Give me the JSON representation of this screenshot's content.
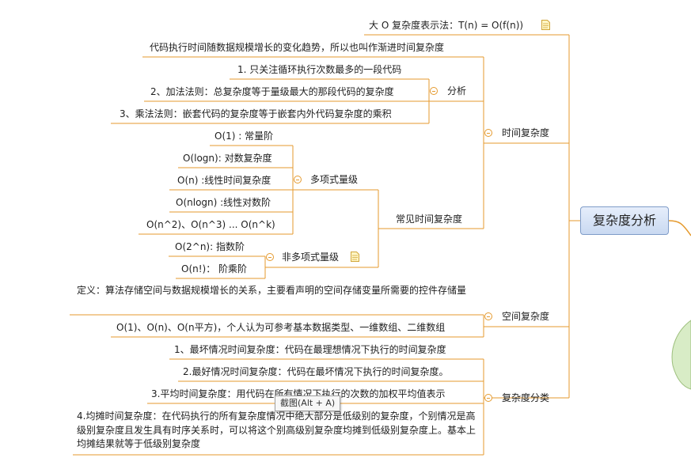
{
  "root": {
    "label": "复杂度分析"
  },
  "top_note": {
    "label": "大 O 复杂度表示法：T(n) = O(f(n))"
  },
  "time": {
    "label": "时间复杂度",
    "desc": "代码执行时间随数据规模增长的变化趋势，所以也叫作渐进时间复杂度",
    "analysis": {
      "label": "分析",
      "rules": [
        "1. 只关注循环执行次数最多的一段代码",
        "2、加法法则：总复杂度等于量级最大的那段代码的复杂度",
        "3、乘法法则：嵌套代码的复杂度等于嵌套内外代码复杂度的乘积"
      ]
    },
    "common": {
      "label": "常见时间复杂度",
      "poly": {
        "label": "多项式量级",
        "items": [
          "O(1) : 常量阶",
          "O(logn): 对数复杂度",
          "O(n) :线性时间复杂度",
          "O(nlogn) :线性对数阶",
          "O(n^2)、O(n^3) ... O(n^k)"
        ]
      },
      "nonpoly": {
        "label": "非多项式量级",
        "items": [
          "O(2^n): 指数阶",
          "O(n!)： 阶乘阶"
        ]
      }
    }
  },
  "space": {
    "label": "空间复杂度",
    "def": "定义：算法存储空间与数据规模增长的关系，主要看声明的空间存储变量所需要的控件存储量",
    "examples": "O(1)、O(n)、O(n平方)，个人认为可参考基本数据类型、一维数组、二维数组"
  },
  "classes": {
    "label": "复杂度分类",
    "items": [
      "1、最坏情况时间复杂度：代码在最理想情况下执行的时间复杂度",
      "2.最好情况时间复杂度：代码在最坏情况下执行的时间复杂度。",
      "3.平均时间复杂度：用代码在所有情况下执行的次数的加权平均值表示",
      "4.均摊时间复杂度：在代码执行的所有复杂度情况中绝大部分是低级别的复杂度，个别情况是高级别复杂度且发生具有时序关系时，可以将这个别高级别复杂度均摊到低级别复杂度上。基本上均摊结果就等于低级别复杂度"
    ]
  },
  "tooltip": {
    "text": "截图(Alt + A)"
  },
  "icons": [
    "collapse-icon",
    "note-icon"
  ],
  "colors": {
    "line": "#e59a2e",
    "root_border": "#7f9cc8",
    "bubble": "#d8ecc6"
  }
}
